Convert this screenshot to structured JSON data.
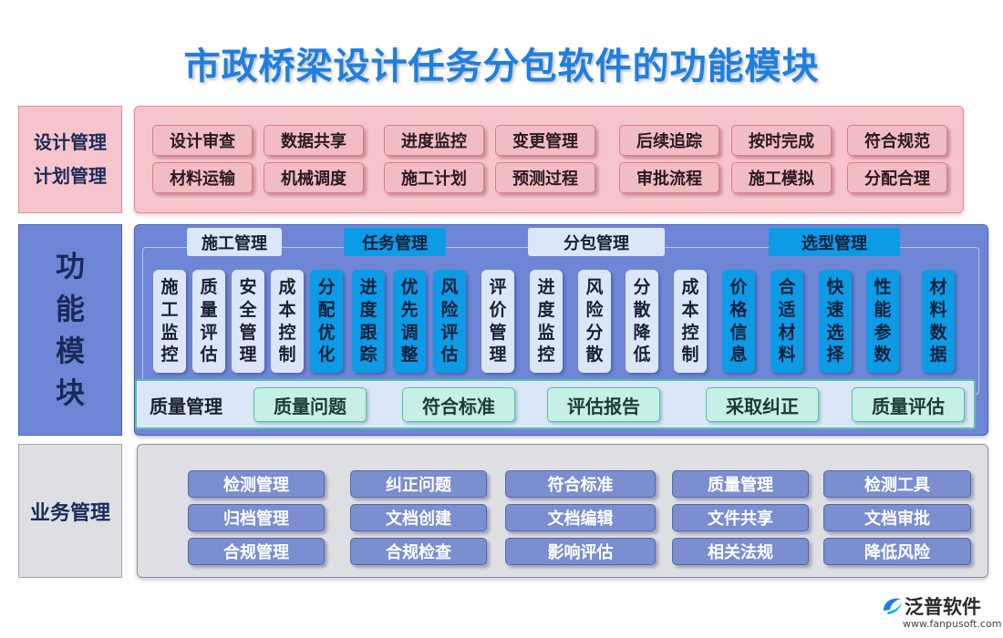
{
  "title": "市政桥梁设计任务分包软件的功能模块",
  "sections": {
    "design": {
      "labels": [
        "设计管理",
        "计划管理"
      ],
      "buttons": [
        "设计审查",
        "数据共享",
        "进度监控",
        "变更管理",
        "后续追踪",
        "按时完成",
        "符合规范",
        "材料运输",
        "机械调度",
        "施工计划",
        "预测过程",
        "审批流程",
        "施工模拟",
        "分配合理"
      ]
    },
    "function": {
      "label": [
        "功",
        "能",
        "模",
        "块"
      ],
      "modules": [
        "施工管理",
        "任务管理",
        "分包管理",
        "选型管理"
      ],
      "columns": [
        "施工监控",
        "质量评估",
        "安全管理",
        "成本控制",
        "分配优化",
        "进度跟踪",
        "优先调整",
        "风险评估",
        "评价管理",
        "进度监控",
        "风险分散",
        "分散降低",
        "成本控制",
        "价格信息",
        "合适材料",
        "快速选择",
        "性能参数",
        "材料数据"
      ],
      "quality": {
        "label": "质量管理",
        "buttons": [
          "质量问题",
          "符合标准",
          "评估报告",
          "采取纠正",
          "质量评估"
        ]
      }
    },
    "business": {
      "label": "业务管理",
      "buttons": [
        "检测管理",
        "纠正问题",
        "符合标准",
        "质量管理",
        "检测工具",
        "归档管理",
        "文档创建",
        "文档编辑",
        "文件共享",
        "文档审批",
        "合规管理",
        "合规检查",
        "影响评估",
        "相关法规",
        "降低风险"
      ]
    }
  },
  "logo": {
    "name": "泛普软件",
    "url": "www.fanpusoft.com"
  },
  "colors": {
    "title": "#1e7fe0",
    "design_bg": "#f6c5cc",
    "function_bg": "#6f86d6",
    "business_bg": "#dedfe3",
    "quality": "#53c2a8",
    "accent_blue": "#0d9be6"
  }
}
